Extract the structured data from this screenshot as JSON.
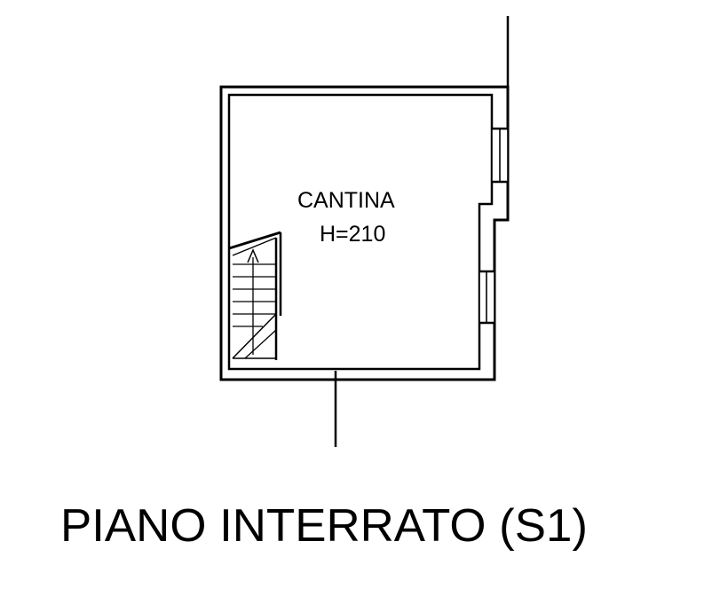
{
  "room": {
    "name": "CANTINA",
    "height_label": "H=210"
  },
  "floor": {
    "title": "PIANO INTERRATO (S1)"
  },
  "colors": {
    "ink": "#000000",
    "paper": "#ffffff"
  }
}
